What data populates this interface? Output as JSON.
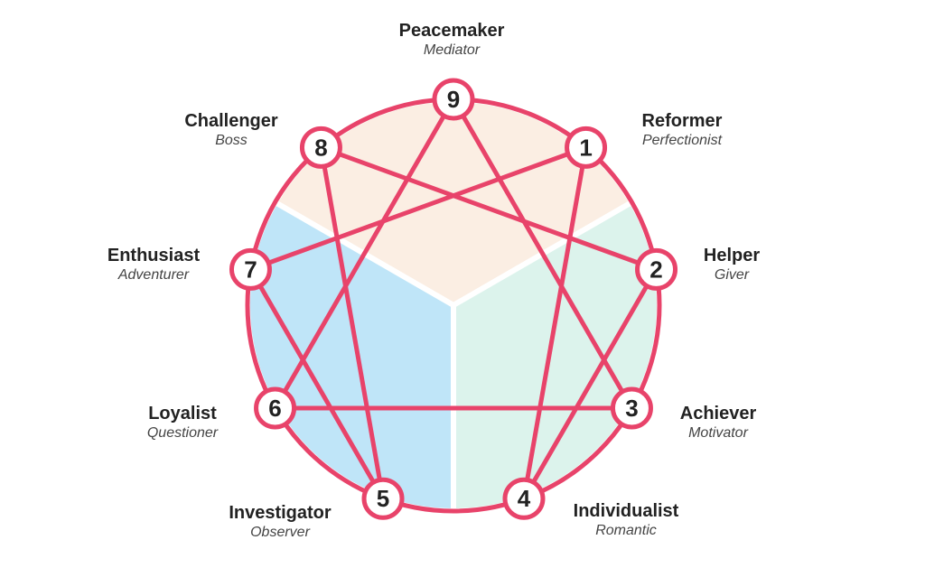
{
  "types": [
    {
      "num": "1",
      "name": "Reformer",
      "alias": "Perfectionist"
    },
    {
      "num": "2",
      "name": "Helper",
      "alias": "Giver"
    },
    {
      "num": "3",
      "name": "Achiever",
      "alias": "Motivator"
    },
    {
      "num": "4",
      "name": "Individualist",
      "alias": "Romantic"
    },
    {
      "num": "5",
      "name": "Investigator",
      "alias": "Observer"
    },
    {
      "num": "6",
      "name": "Loyalist",
      "alias": "Questioner"
    },
    {
      "num": "7",
      "name": "Enthusiast",
      "alias": "Adventurer"
    },
    {
      "num": "8",
      "name": "Challenger",
      "alias": "Boss"
    },
    {
      "num": "9",
      "name": "Peacemaker",
      "alias": "Mediator"
    }
  ],
  "connections": [
    [
      "9",
      "3"
    ],
    [
      "3",
      "6"
    ],
    [
      "6",
      "9"
    ],
    [
      "1",
      "4"
    ],
    [
      "4",
      "2"
    ],
    [
      "2",
      "8"
    ],
    [
      "8",
      "5"
    ],
    [
      "5",
      "7"
    ],
    [
      "7",
      "1"
    ]
  ],
  "colors": {
    "line": "#e8436a",
    "top": "#fbeee3",
    "left": "#bfe5f8",
    "right": "#dcf3ec"
  }
}
